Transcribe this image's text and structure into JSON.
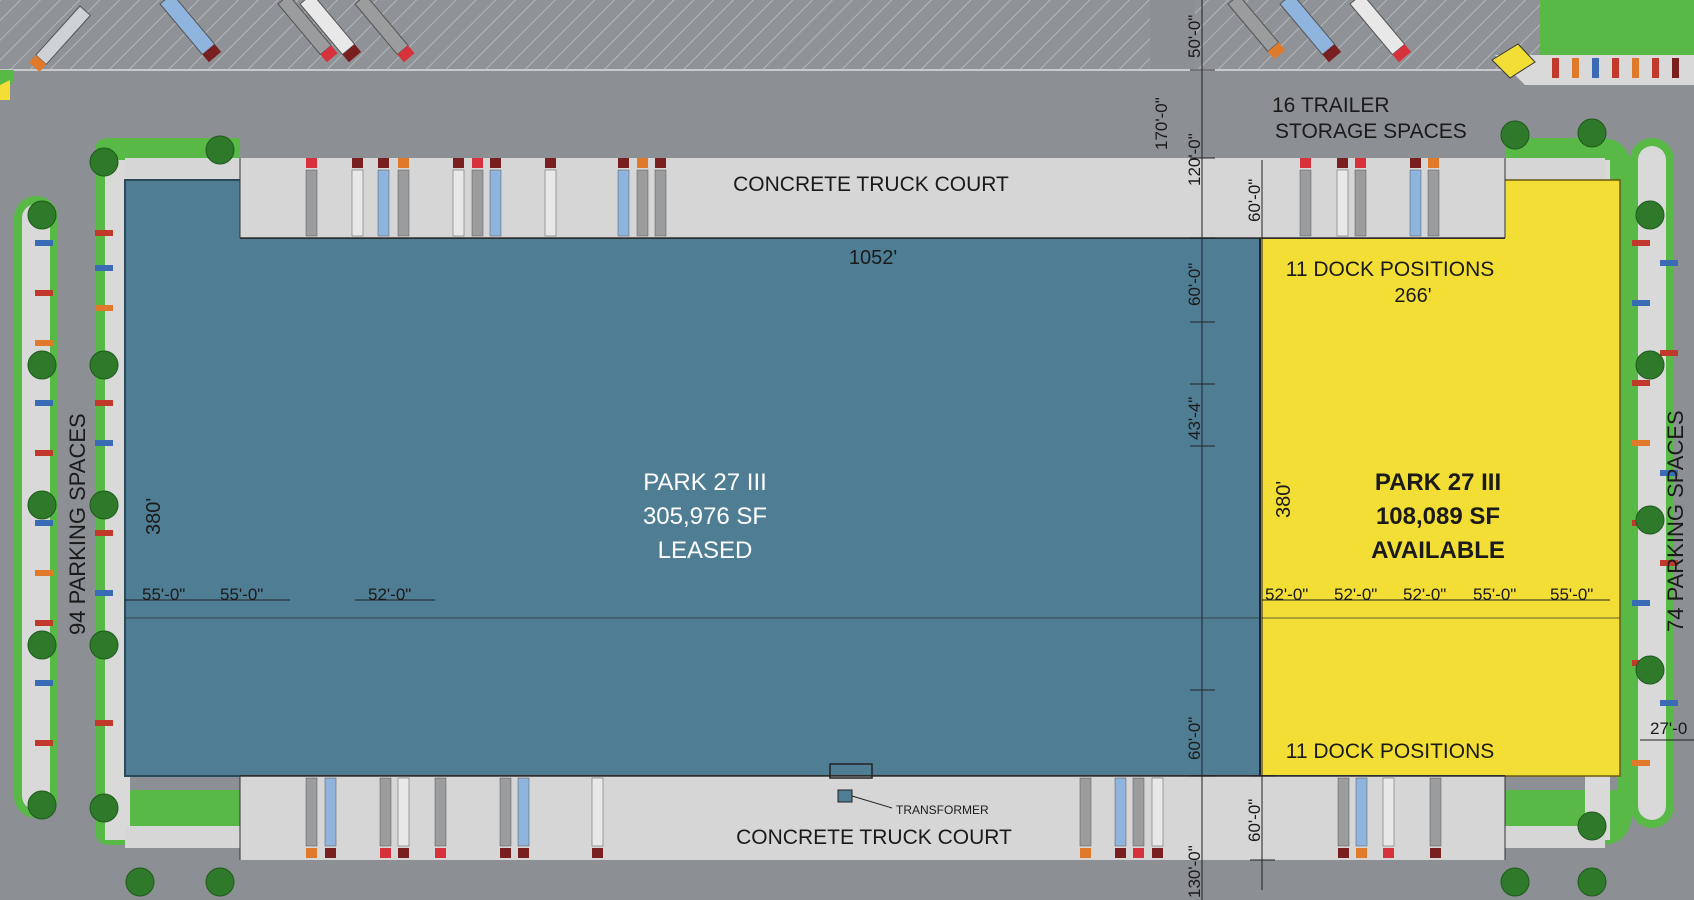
{
  "building": {
    "leased": {
      "name": "PARK 27 III",
      "area": "305,976 SF",
      "status": "LEASED"
    },
    "available": {
      "name": "PARK 27 III",
      "area": "108,089 SF",
      "status": "AVAILABLE"
    },
    "width_label": "1052'",
    "depth_label_left": "380'",
    "depth_label_right": "380'"
  },
  "truck_courts": {
    "north": "CONCRETE TRUCK COURT",
    "south": "CONCRETE TRUCK COURT"
  },
  "docks": {
    "north": "11 DOCK POSITIONS",
    "north_width": "266'",
    "south": "11 DOCK POSITIONS"
  },
  "trailer_storage": {
    "line1": "16 TRAILER",
    "line2": "STORAGE SPACES"
  },
  "parking": {
    "west": "94 PARKING SPACES",
    "east": "74 PARKING SPACES"
  },
  "transformer": "TRANSFORMER",
  "dimensions": {
    "d50": "50'-0\"",
    "d170": "170'-0\"",
    "d120": "120'-0\"",
    "d60a": "60'-0\"",
    "d60b": "60'-0\"",
    "d43": "43'-4\"",
    "d60c": "60'-0\"",
    "d60d": "60'-0\"",
    "d130": "130'-0\"",
    "d27": "27'-0",
    "bays_left": [
      "55'-0\"",
      "55'-0\"",
      "52'-0\""
    ],
    "bays_right": [
      "52'-0\"",
      "52'-0\"",
      "52'-0\"",
      "55'-0\"",
      "55'-0\""
    ]
  },
  "colors": {
    "leased": "#4f7e94",
    "available": "#f3de35",
    "pavement": "#8c8f93",
    "concrete": "#d9d9d9",
    "grass": "#58b947",
    "tree": "#2f7a2a"
  }
}
